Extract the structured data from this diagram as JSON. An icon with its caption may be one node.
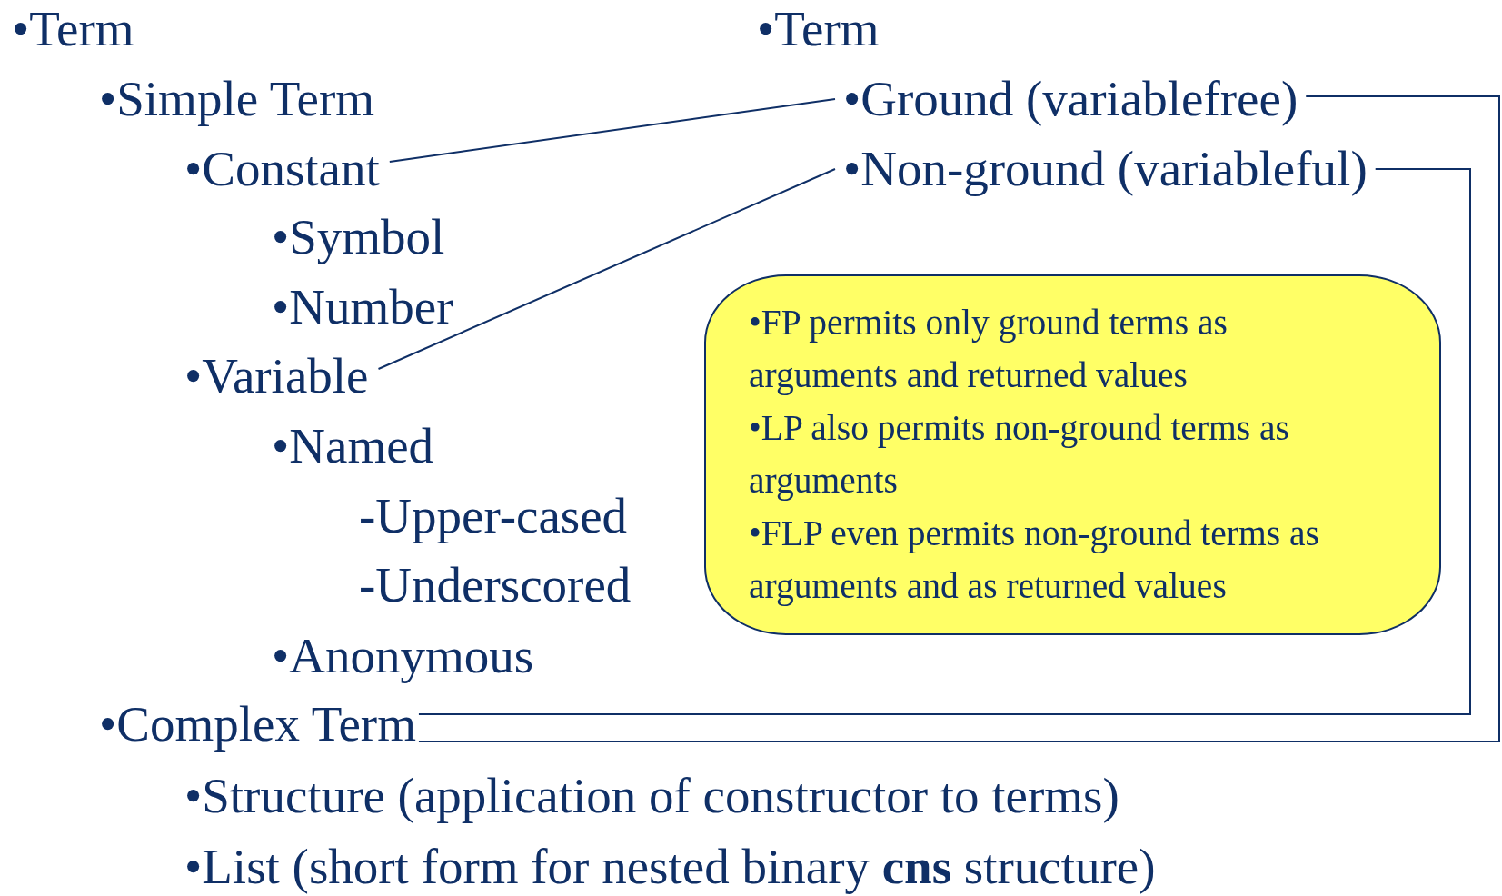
{
  "diagram": {
    "nodes": [
      {
        "text": [
          "•Constant"
        ]
      },
      {
        "text": [
          "•Variable"
        ]
      },
      {
        "text": [
          "•Complex Term"
        ]
      },
      {
        "text": [
          "•Ground (variablefree)"
        ]
      },
      {
        "text": [
          "•Non-ground (variableful)"
        ]
      },
      {
        "text": [
          "•FP permits only ground terms as arguments and returned values",
          "•LP also permits non-ground terms as arguments",
          "•FLP even permits non-ground terms as arguments and as returned values"
        ]
      }
    ],
    "edges": [
      {
        "from": 0,
        "to": 3,
        "arrow": "none"
      },
      {
        "from": 1,
        "to": 4,
        "arrow": "none"
      },
      {
        "from": 3,
        "to": 2,
        "arrow": "none"
      },
      {
        "from": 4,
        "to": 2,
        "arrow": "none"
      }
    ],
    "labels": [
      "•Term",
      "•Term",
      "•Simple Term",
      "•Symbol",
      "•Number",
      "•Named",
      "-Upper-cased",
      "-Underscored",
      "•Anonymous",
      "•Structure (application of constructor to terms)",
      "•List (short form for nested binary **cns** structure)"
    ]
  }
}
